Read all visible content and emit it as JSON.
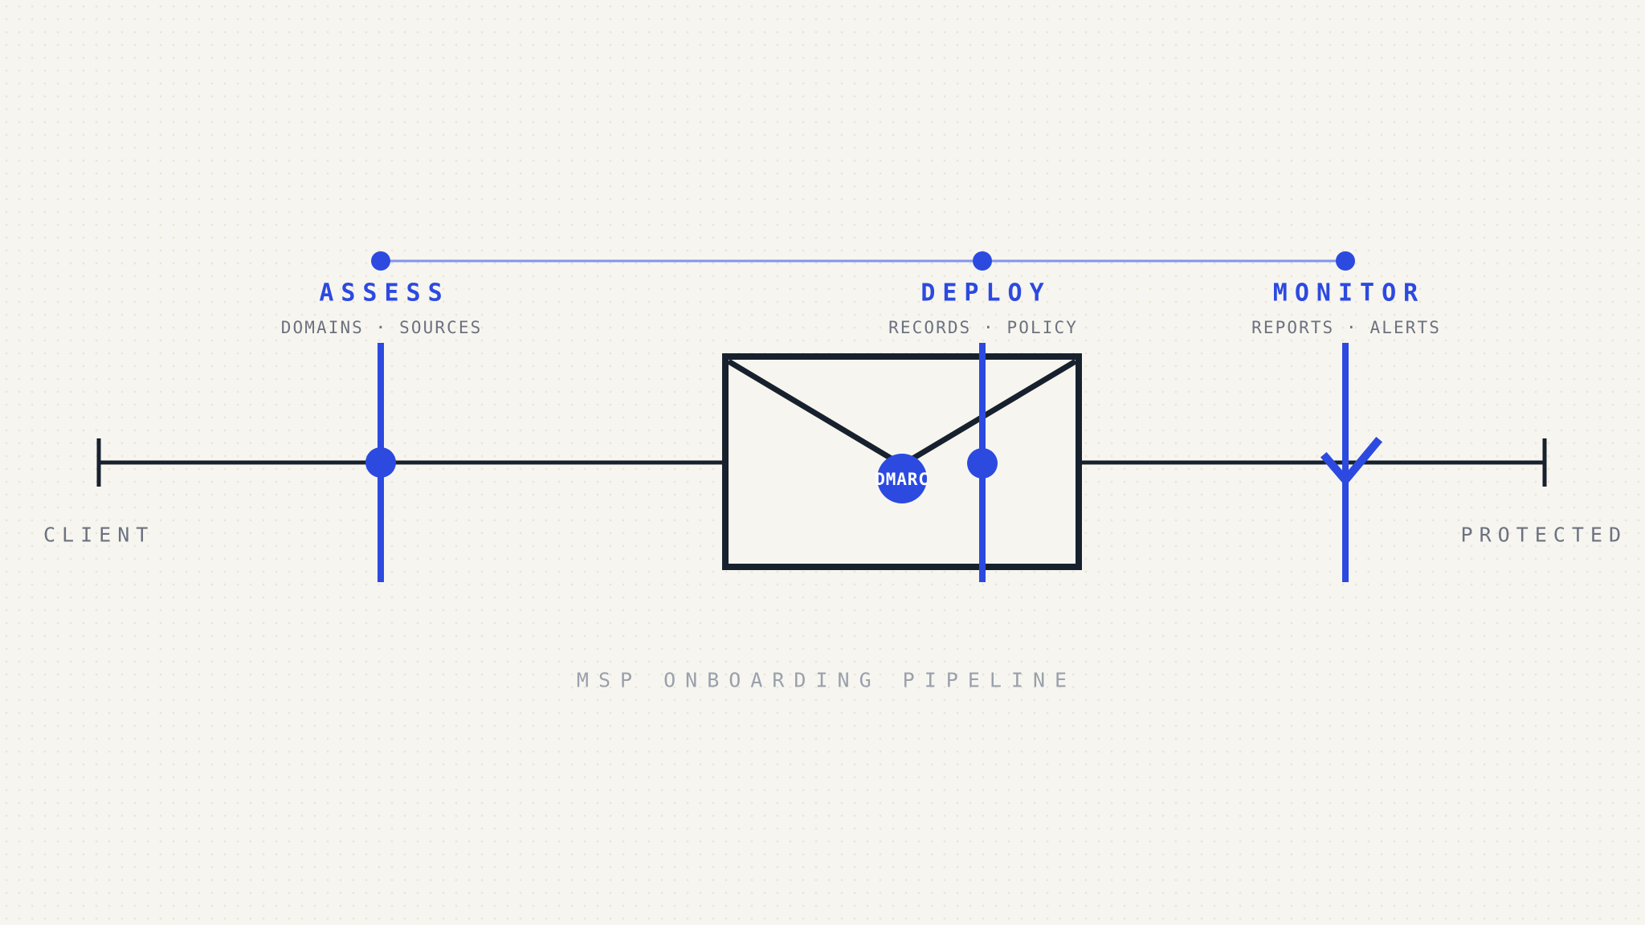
{
  "diagram": {
    "caption": "MSP ONBOARDING PIPELINE",
    "timeline": {
      "stages": [
        {
          "label": "ASSESS",
          "sublabel": "DOMAINS · SOURCES"
        },
        {
          "label": "DEPLOY",
          "sublabel": "RECORDS · POLICY"
        },
        {
          "label": "MONITOR",
          "sublabel": "REPORTS · ALERTS"
        }
      ]
    },
    "flow": {
      "start_label": "CLIENT",
      "end_label": "PROTECTED"
    },
    "envelope": {
      "badge": "DMARC"
    },
    "colors": {
      "accent_blue": "#2c4ae0",
      "timeline_connector_blue": "#8494ee",
      "ink_navy": "#17212e",
      "label_gray": "#6b7280",
      "caption_gray": "#99a1ac",
      "background": "#f7f5ef",
      "badge_text": "#ffffff"
    }
  }
}
